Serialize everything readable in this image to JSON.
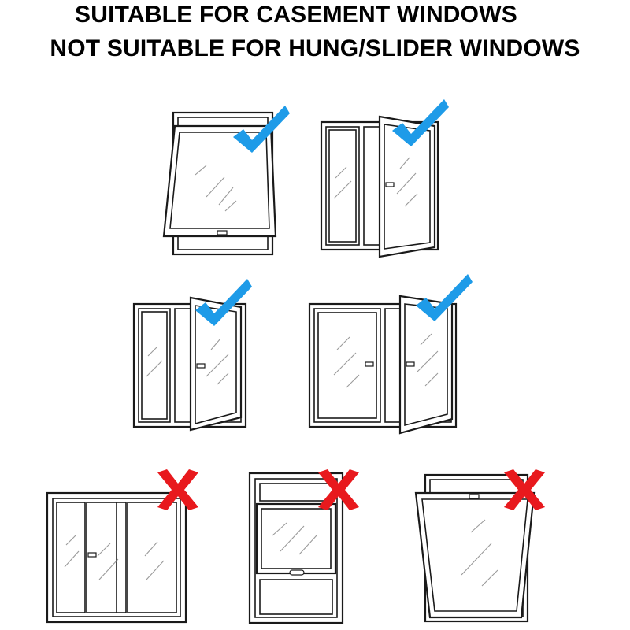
{
  "header": {
    "line1": "SUITABLE FOR CASEMENT WINDOWS",
    "line2": "NOT SUITABLE FOR HUNG/SLIDER WINDOWS"
  },
  "colors": {
    "check": "#1e9be8",
    "cross": "#e8191d",
    "outline": "#1a1a1a",
    "glint": "#9a9a9a"
  },
  "windows": [
    {
      "id": "awning-window",
      "suitable": true,
      "mark_icon": "check-icon"
    },
    {
      "id": "single-casement-window",
      "suitable": true,
      "mark_icon": "check-icon"
    },
    {
      "id": "side-casement-window",
      "suitable": true,
      "mark_icon": "check-icon"
    },
    {
      "id": "double-casement-window",
      "suitable": true,
      "mark_icon": "check-icon"
    },
    {
      "id": "horizontal-slider-window",
      "suitable": false,
      "mark_icon": "cross-icon"
    },
    {
      "id": "hung-window",
      "suitable": false,
      "mark_icon": "cross-icon"
    },
    {
      "id": "top-hung-tilt-window",
      "suitable": false,
      "mark_icon": "cross-icon"
    }
  ]
}
